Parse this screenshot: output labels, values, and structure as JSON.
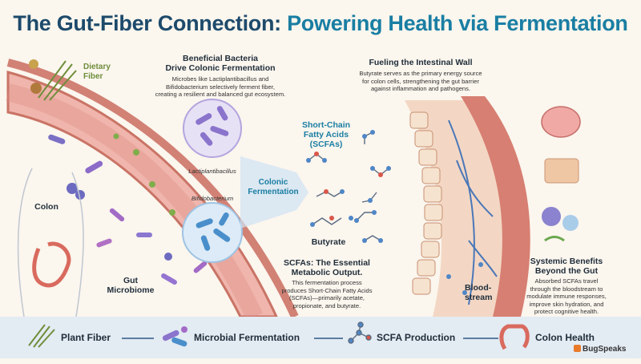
{
  "title": {
    "part1": "The Gut-Fiber Connection:",
    "part2": " Powering Health via Fermentation"
  },
  "dietary_fiber": {
    "label_line1": "Dietary",
    "label_line2": "Fiber"
  },
  "bacteria_section": {
    "heading_line1": "Beneficial Bacteria",
    "heading_line2": "Drive Colonic Fermentation",
    "text_line1": "Microbes like Lactiplantibacillus and",
    "text_line2": "Bifidobacterium selectively ferment fiber,",
    "text_line3": "creating a resilient and balanced gut ecosystem.",
    "lacto_label": "Lactiplantibacillus",
    "bifido_label": "Bifidobacterium"
  },
  "colonic_fermentation": {
    "line1": "Colonic",
    "line2": "Fermentation"
  },
  "scfa": {
    "line1": "Short-Chain",
    "line2": "Fatty Acids",
    "line3": "(SCFAs)"
  },
  "butyrate_label": "Butyrate",
  "fueling": {
    "heading": "Fueling the Intestinal Wall",
    "text_line1": "Butyrate serves as the primary energy source",
    "text_line2": "for colon cells, strengthening the gut barrier",
    "text_line3": "against inflammation and pathogens."
  },
  "colon_label": "Colon",
  "gut_microbiome": {
    "line1": "Gut",
    "line2": "Microbiome"
  },
  "scfa_output": {
    "heading_line1": "SCFAs: The Essential",
    "heading_line2": "Metabolic Output.",
    "text_line1": "This fermentation process",
    "text_line2": "produces Short-Chain Fatty Acids",
    "text_line3": "(SCFAs)—primarily acetate,",
    "text_line4": "propionate, and butyrate."
  },
  "bloodstream": {
    "line1": "Blood-",
    "line2": "stream"
  },
  "systemic": {
    "heading_line1": "Systemic Benefits",
    "heading_line2": "Beyond the Gut",
    "text_line1": "Absorbed SCFAs travel",
    "text_line2": "through the bloodstream to",
    "text_line3": "modulate immune responses,",
    "text_line4": "improve skin hydration, and",
    "text_line5": "protect cognitive health."
  },
  "bottom_bar": {
    "steps": [
      "Plant Fiber",
      "Microbial Fermentation",
      "SCFA Production",
      "Colon Health"
    ],
    "icons": [
      "wheat-icon",
      "bacteria-icon",
      "molecule-icon",
      "colon-icon"
    ]
  },
  "brand": "BugSpeaks",
  "colors": {
    "title": "#1d4a6b",
    "accent": "#1a7ea3",
    "brand": "#e87a2a",
    "tissue": "#e8a39a"
  }
}
